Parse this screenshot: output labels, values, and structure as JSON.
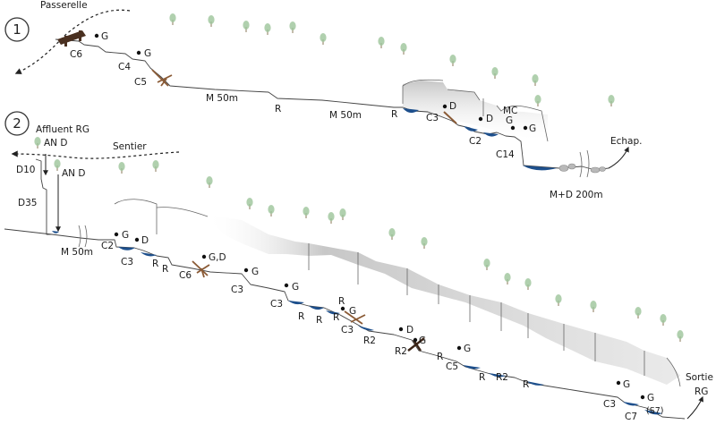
{
  "colors": {
    "pool": "#1d4f8c",
    "anchor": "#111111",
    "log": "#5a3a22",
    "tree": "#9cc49a",
    "rock": "#b9b9b9",
    "bed": "#444444"
  },
  "section1": {
    "number": "1",
    "labels": [
      {
        "id": "passerelle",
        "text": "Passerelle"
      },
      {
        "id": "c6",
        "text": "C6"
      },
      {
        "id": "g1",
        "text": "G"
      },
      {
        "id": "g2",
        "text": "G"
      },
      {
        "id": "c4",
        "text": "C4"
      },
      {
        "id": "c5",
        "text": "C5"
      },
      {
        "id": "m50a",
        "text": "M 50m"
      },
      {
        "id": "r1",
        "text": "R"
      },
      {
        "id": "m50b",
        "text": "M 50m"
      },
      {
        "id": "r2",
        "text": "R"
      },
      {
        "id": "c3",
        "text": "C3"
      },
      {
        "id": "d1",
        "text": "D"
      },
      {
        "id": "d2",
        "text": "D"
      },
      {
        "id": "mc",
        "text": "MC"
      },
      {
        "id": "g3",
        "text": "G"
      },
      {
        "id": "g4",
        "text": "G"
      },
      {
        "id": "c2",
        "text": "C2"
      },
      {
        "id": "c14",
        "text": "C14"
      },
      {
        "id": "md200",
        "text": "M+D 200m"
      },
      {
        "id": "echap",
        "text": "Echap."
      }
    ]
  },
  "section2": {
    "number": "2",
    "labels": [
      {
        "id": "affluent",
        "text": "Affluent RG"
      },
      {
        "id": "and1",
        "text": "AN D"
      },
      {
        "id": "sentier",
        "text": "Sentier"
      },
      {
        "id": "d10",
        "text": "D10"
      },
      {
        "id": "and2",
        "text": "AN D"
      },
      {
        "id": "d35",
        "text": "D35"
      },
      {
        "id": "m50",
        "text": "M 50m"
      },
      {
        "id": "g_a",
        "text": "G"
      },
      {
        "id": "c2",
        "text": "C2"
      },
      {
        "id": "d_a",
        "text": "D"
      },
      {
        "id": "c3a",
        "text": "C3"
      },
      {
        "id": "r_a",
        "text": "R"
      },
      {
        "id": "r_b",
        "text": "R"
      },
      {
        "id": "gd",
        "text": "G,D"
      },
      {
        "id": "c6",
        "text": "C6"
      },
      {
        "id": "g_b",
        "text": "G"
      },
      {
        "id": "c3b",
        "text": "C3"
      },
      {
        "id": "g_c",
        "text": "G"
      },
      {
        "id": "c3c",
        "text": "C3"
      },
      {
        "id": "r_c",
        "text": "R"
      },
      {
        "id": "r_d",
        "text": "R"
      },
      {
        "id": "r_e",
        "text": "R"
      },
      {
        "id": "r_f",
        "text": "R"
      },
      {
        "id": "g_d",
        "text": "G"
      },
      {
        "id": "c3d",
        "text": "C3"
      },
      {
        "id": "d_b",
        "text": "D"
      },
      {
        "id": "r2a",
        "text": "R2"
      },
      {
        "id": "g_e",
        "text": "G"
      },
      {
        "id": "r2b",
        "text": "R2"
      },
      {
        "id": "g_f",
        "text": "G"
      },
      {
        "id": "r_g",
        "text": "R"
      },
      {
        "id": "c5",
        "text": "C5"
      },
      {
        "id": "r_h",
        "text": "R"
      },
      {
        "id": "r2c",
        "text": "R2"
      },
      {
        "id": "r_i",
        "text": "R"
      },
      {
        "id": "c3e",
        "text": "C3"
      },
      {
        "id": "g_g",
        "text": "G"
      },
      {
        "id": "c7",
        "text": "C7"
      },
      {
        "id": "g_h",
        "text": "G"
      },
      {
        "id": "s7",
        "text": "(S7)"
      },
      {
        "id": "sortie",
        "text": "Sortie"
      },
      {
        "id": "rg",
        "text": "RG"
      }
    ]
  }
}
